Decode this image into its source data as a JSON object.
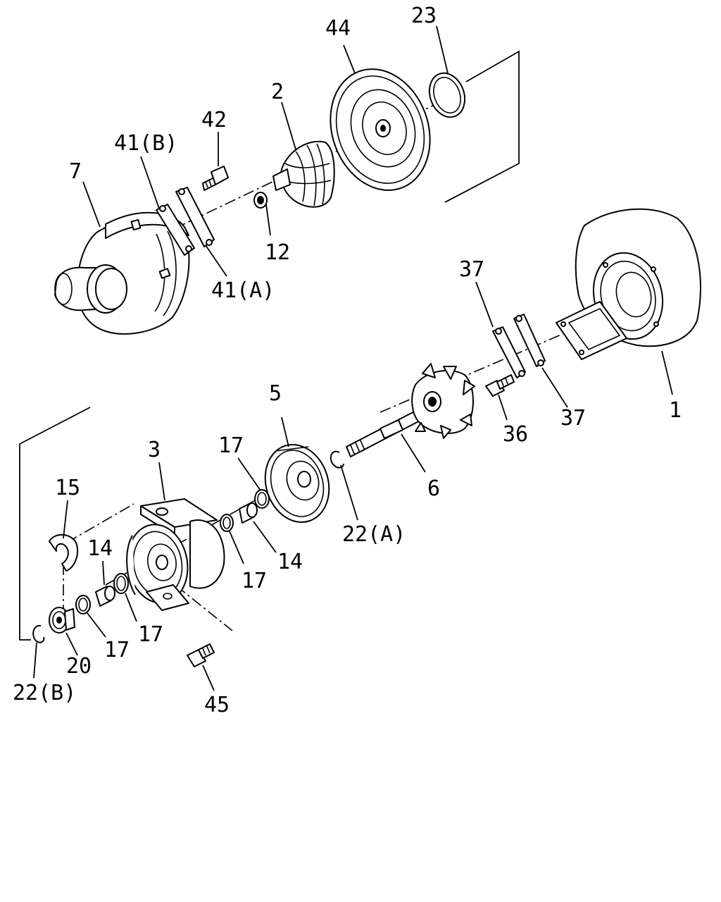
{
  "callouts": {
    "p1": "1",
    "p2": "2",
    "p3": "3",
    "p5": "5",
    "p6": "6",
    "p7": "7",
    "p12": "12",
    "p14a": "14",
    "p14b": "14",
    "p15": "15",
    "p17a": "17",
    "p17b": "17",
    "p17c": "17",
    "p17d": "17",
    "p20": "20",
    "p22a": "22(A)",
    "p22b": "22(B)",
    "p23": "23",
    "p36": "36",
    "p37a": "37",
    "p37b": "37",
    "p41a": "41(A)",
    "p41b": "41(B)",
    "p42": "42",
    "p44": "44",
    "p45": "45"
  }
}
